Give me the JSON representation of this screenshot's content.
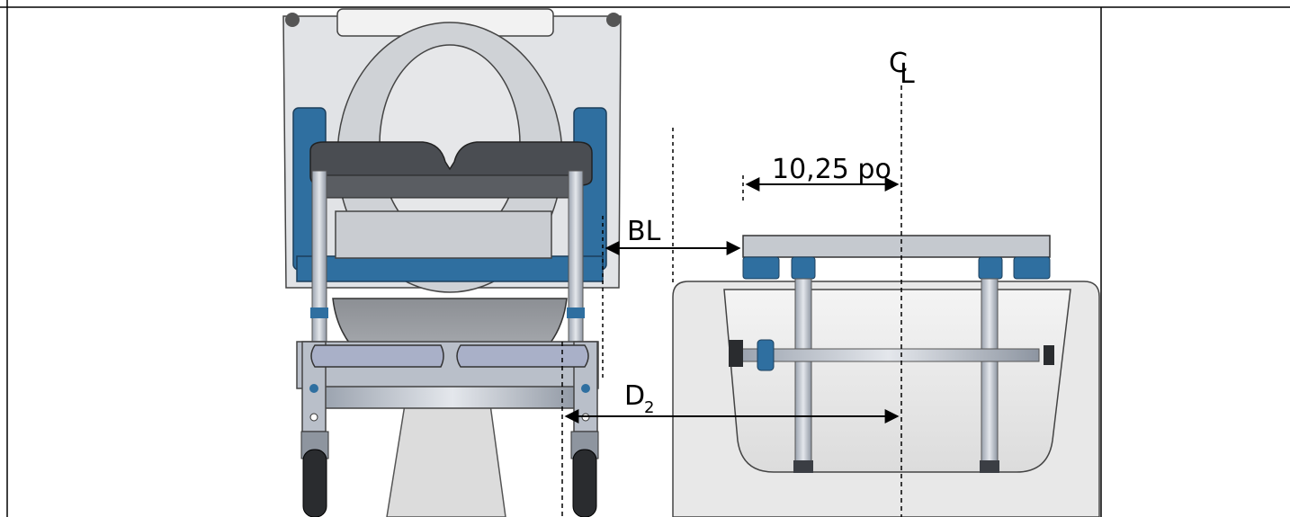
{
  "labels": {
    "centerline": "CL",
    "centerline_c": "C",
    "centerline_l": "L",
    "offset_dimension": "10,25 po",
    "bl_dimension": "BL",
    "d2_main": "D",
    "d2_sub": "2"
  },
  "colors": {
    "frame_gray": "#b9bfc9",
    "seat_dark": "#3c3f44",
    "accent_blue": "#2f6fa0",
    "tub_fill": "#e8e8e8",
    "bench_fill": "#c5c9cf"
  }
}
